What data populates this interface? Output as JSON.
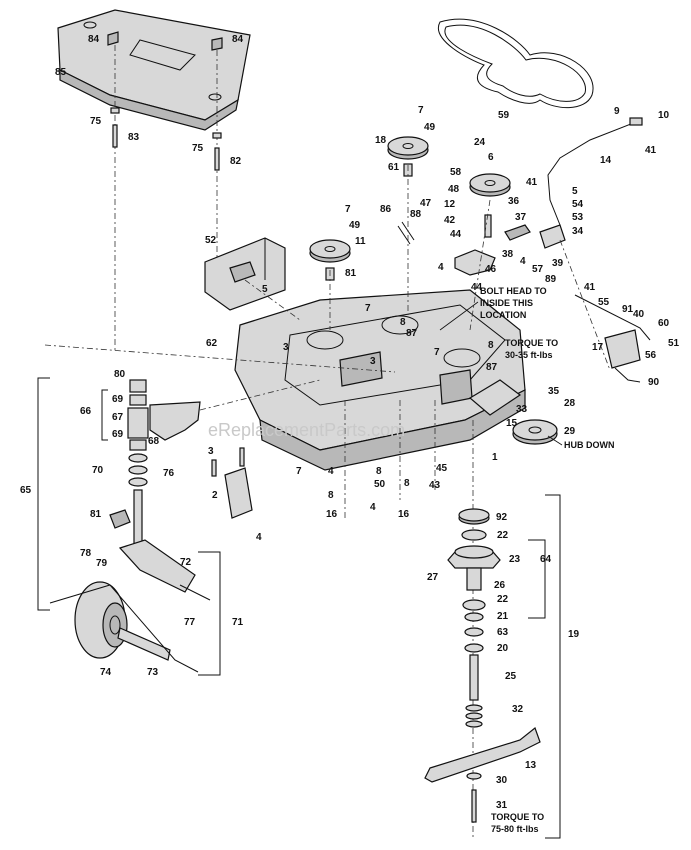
{
  "watermark": "eReplacementParts.com",
  "notes": {
    "bolt_head_1": "BOLT HEAD TO",
    "bolt_head_2": "INSIDE THIS",
    "bolt_head_3": "LOCATION",
    "torque_1_a": "TORQUE TO",
    "torque_1_b": "30-35 ft-lbs",
    "hub_down": "HUB DOWN",
    "torque_2_a": "TORQUE TO",
    "torque_2_b": "75-80 ft-lbs"
  },
  "callouts": [
    "84",
    "84",
    "85",
    "75",
    "83",
    "75",
    "82",
    "59",
    "9",
    "10",
    "41",
    "14",
    "7",
    "49",
    "18",
    "61",
    "24",
    "6",
    "58",
    "41",
    "5",
    "54",
    "53",
    "34",
    "48",
    "12",
    "42",
    "44",
    "36",
    "37",
    "38",
    "4",
    "57",
    "39",
    "89",
    "7",
    "49",
    "86",
    "88",
    "47",
    "11",
    "81",
    "52",
    "5",
    "4",
    "46",
    "44",
    "7",
    "55",
    "91",
    "40",
    "60",
    "51",
    "56",
    "17",
    "41",
    "62",
    "3",
    "8",
    "87",
    "3",
    "7",
    "8",
    "87",
    "90",
    "80",
    "69",
    "67",
    "69",
    "68",
    "66",
    "65",
    "70",
    "76",
    "3",
    "2",
    "4",
    "7",
    "35",
    "33",
    "28",
    "15",
    "29",
    "1",
    "45",
    "43",
    "4",
    "8",
    "16",
    "8",
    "50",
    "8",
    "16",
    "4",
    "81",
    "78",
    "79",
    "72",
    "77",
    "71",
    "74",
    "73",
    "92",
    "22",
    "23",
    "64",
    "27",
    "26",
    "22",
    "21",
    "63",
    "20",
    "19",
    "25",
    "32",
    "13",
    "30",
    "31"
  ]
}
